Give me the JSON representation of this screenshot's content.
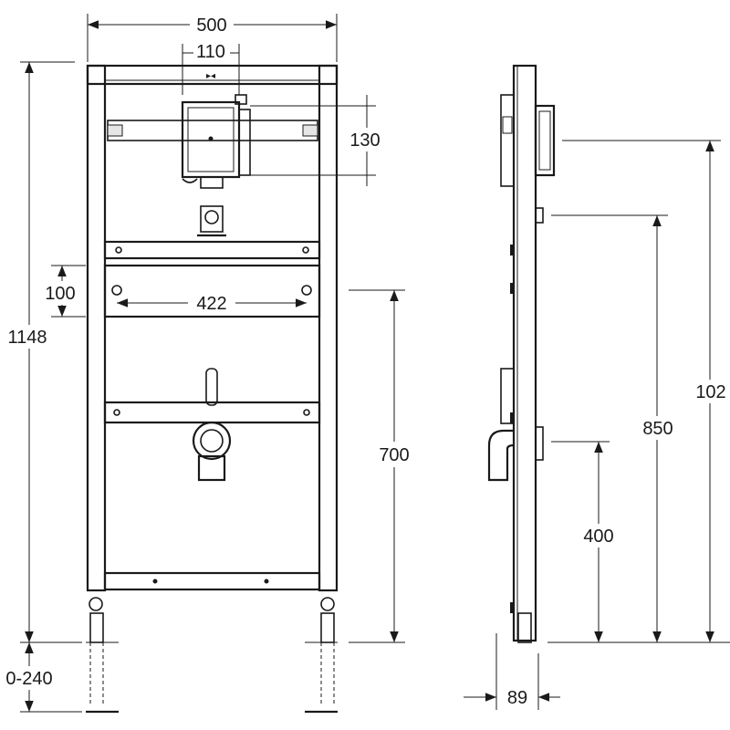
{
  "drawing": {
    "front_view": {
      "overall_width": "500",
      "overall_height": "1148",
      "inlet_spacing": "110",
      "box_height": "130",
      "rail_offset": "100",
      "mounting_hole_spacing": "422",
      "foot_adjustment": "0-240",
      "outlet_height": "700"
    },
    "side_view": {
      "frame_depth": "89",
      "lower_height": "400",
      "middle_height": "850",
      "upper_height": "102"
    }
  }
}
